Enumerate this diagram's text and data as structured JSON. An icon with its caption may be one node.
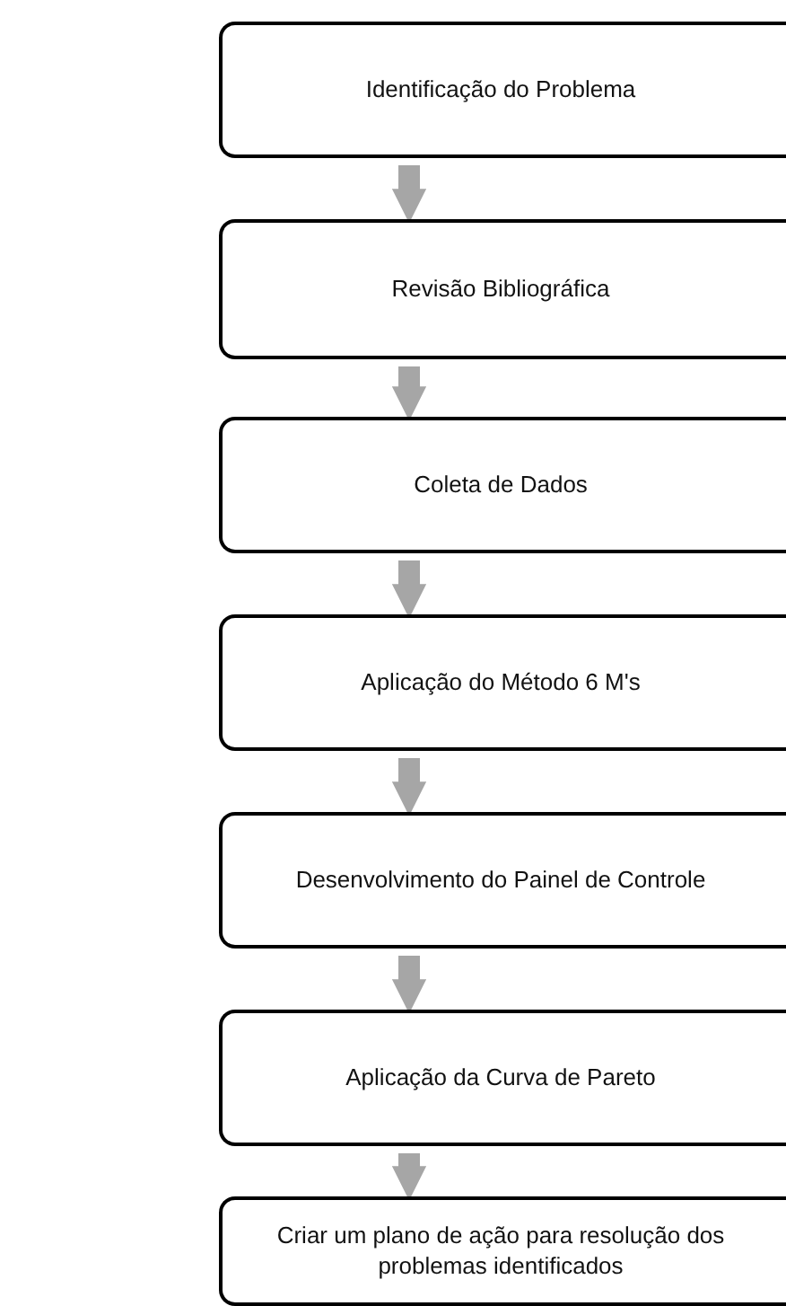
{
  "diagram": {
    "nodes": [
      {
        "text": [
          "Identificação do Problema"
        ]
      },
      {
        "text": [
          "Revisão Bibliográfica"
        ]
      },
      {
        "text": [
          "Coleta de Dados"
        ]
      },
      {
        "text": [
          "Aplicação do Método 6 M's"
        ]
      },
      {
        "text": [
          "Desenvolvimento do Painel de Controle"
        ]
      },
      {
        "text": [
          "Aplicação da Curva de Pareto"
        ]
      },
      {
        "text": [
          "Criar um plano de ação para resolução dos problemas identificados"
        ]
      }
    ],
    "edges": [
      {
        "from": 0,
        "to": 1,
        "arrow": "to"
      },
      {
        "from": 1,
        "to": 2,
        "arrow": "to"
      },
      {
        "from": 2,
        "to": 3,
        "arrow": "to"
      },
      {
        "from": 3,
        "to": 4,
        "arrow": "to"
      },
      {
        "from": 4,
        "to": 5,
        "arrow": "to"
      },
      {
        "from": 5,
        "to": 6,
        "arrow": "to"
      }
    ]
  }
}
